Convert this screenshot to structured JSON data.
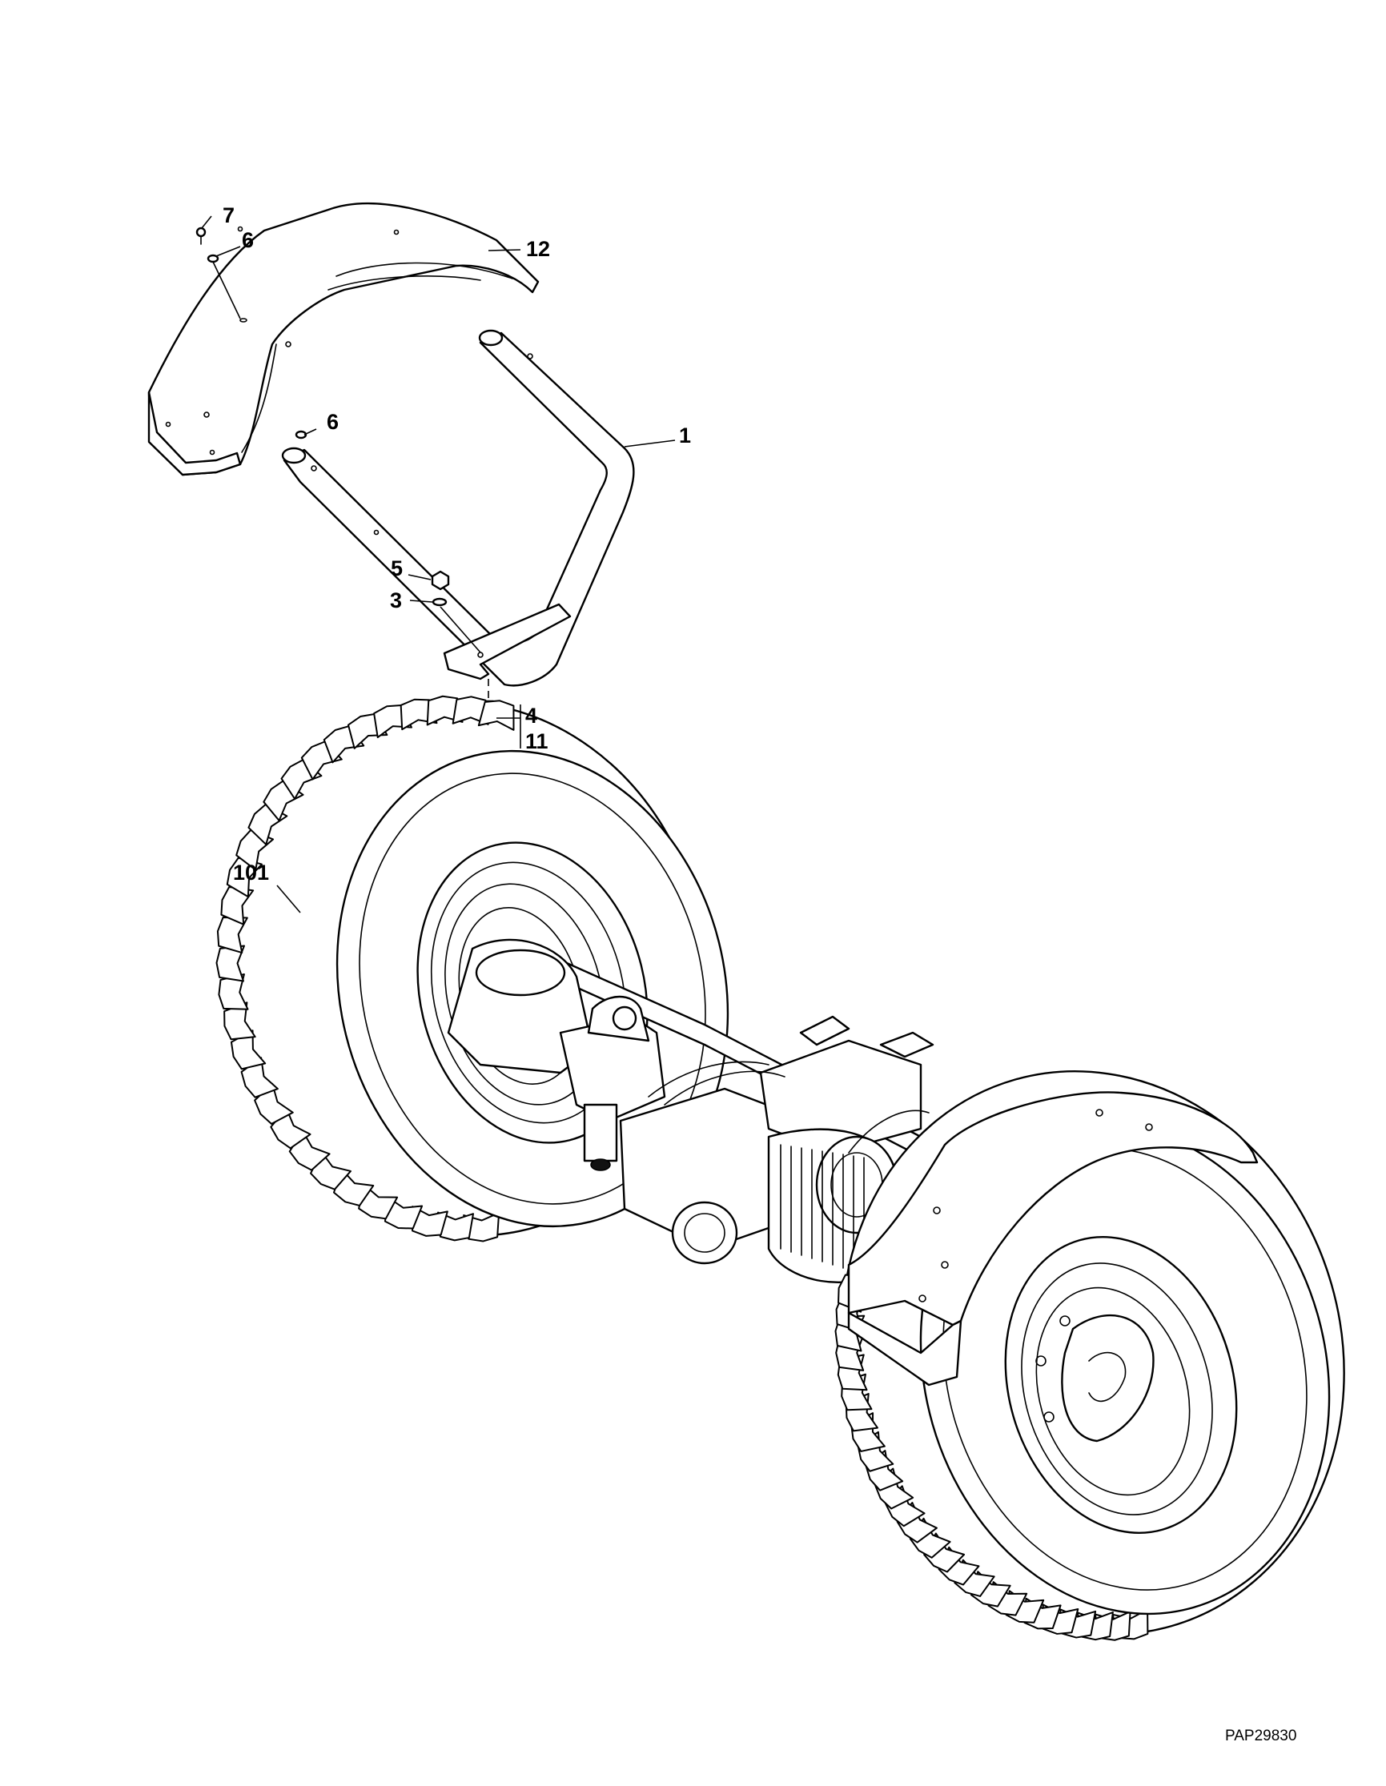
{
  "figure_id": "PAP29830",
  "callouts": [
    {
      "id": "c7",
      "label": "7"
    },
    {
      "id": "c6a",
      "label": "6"
    },
    {
      "id": "c12",
      "label": "12"
    },
    {
      "id": "c6b",
      "label": "6"
    },
    {
      "id": "c1",
      "label": "1"
    },
    {
      "id": "c5",
      "label": "5"
    },
    {
      "id": "c3",
      "label": "3"
    },
    {
      "id": "c4",
      "label": "4"
    },
    {
      "id": "c11",
      "label": "11"
    },
    {
      "id": "c101",
      "label": "101"
    }
  ],
  "colors": {
    "ink": "#000000",
    "paper": "#ffffff"
  }
}
